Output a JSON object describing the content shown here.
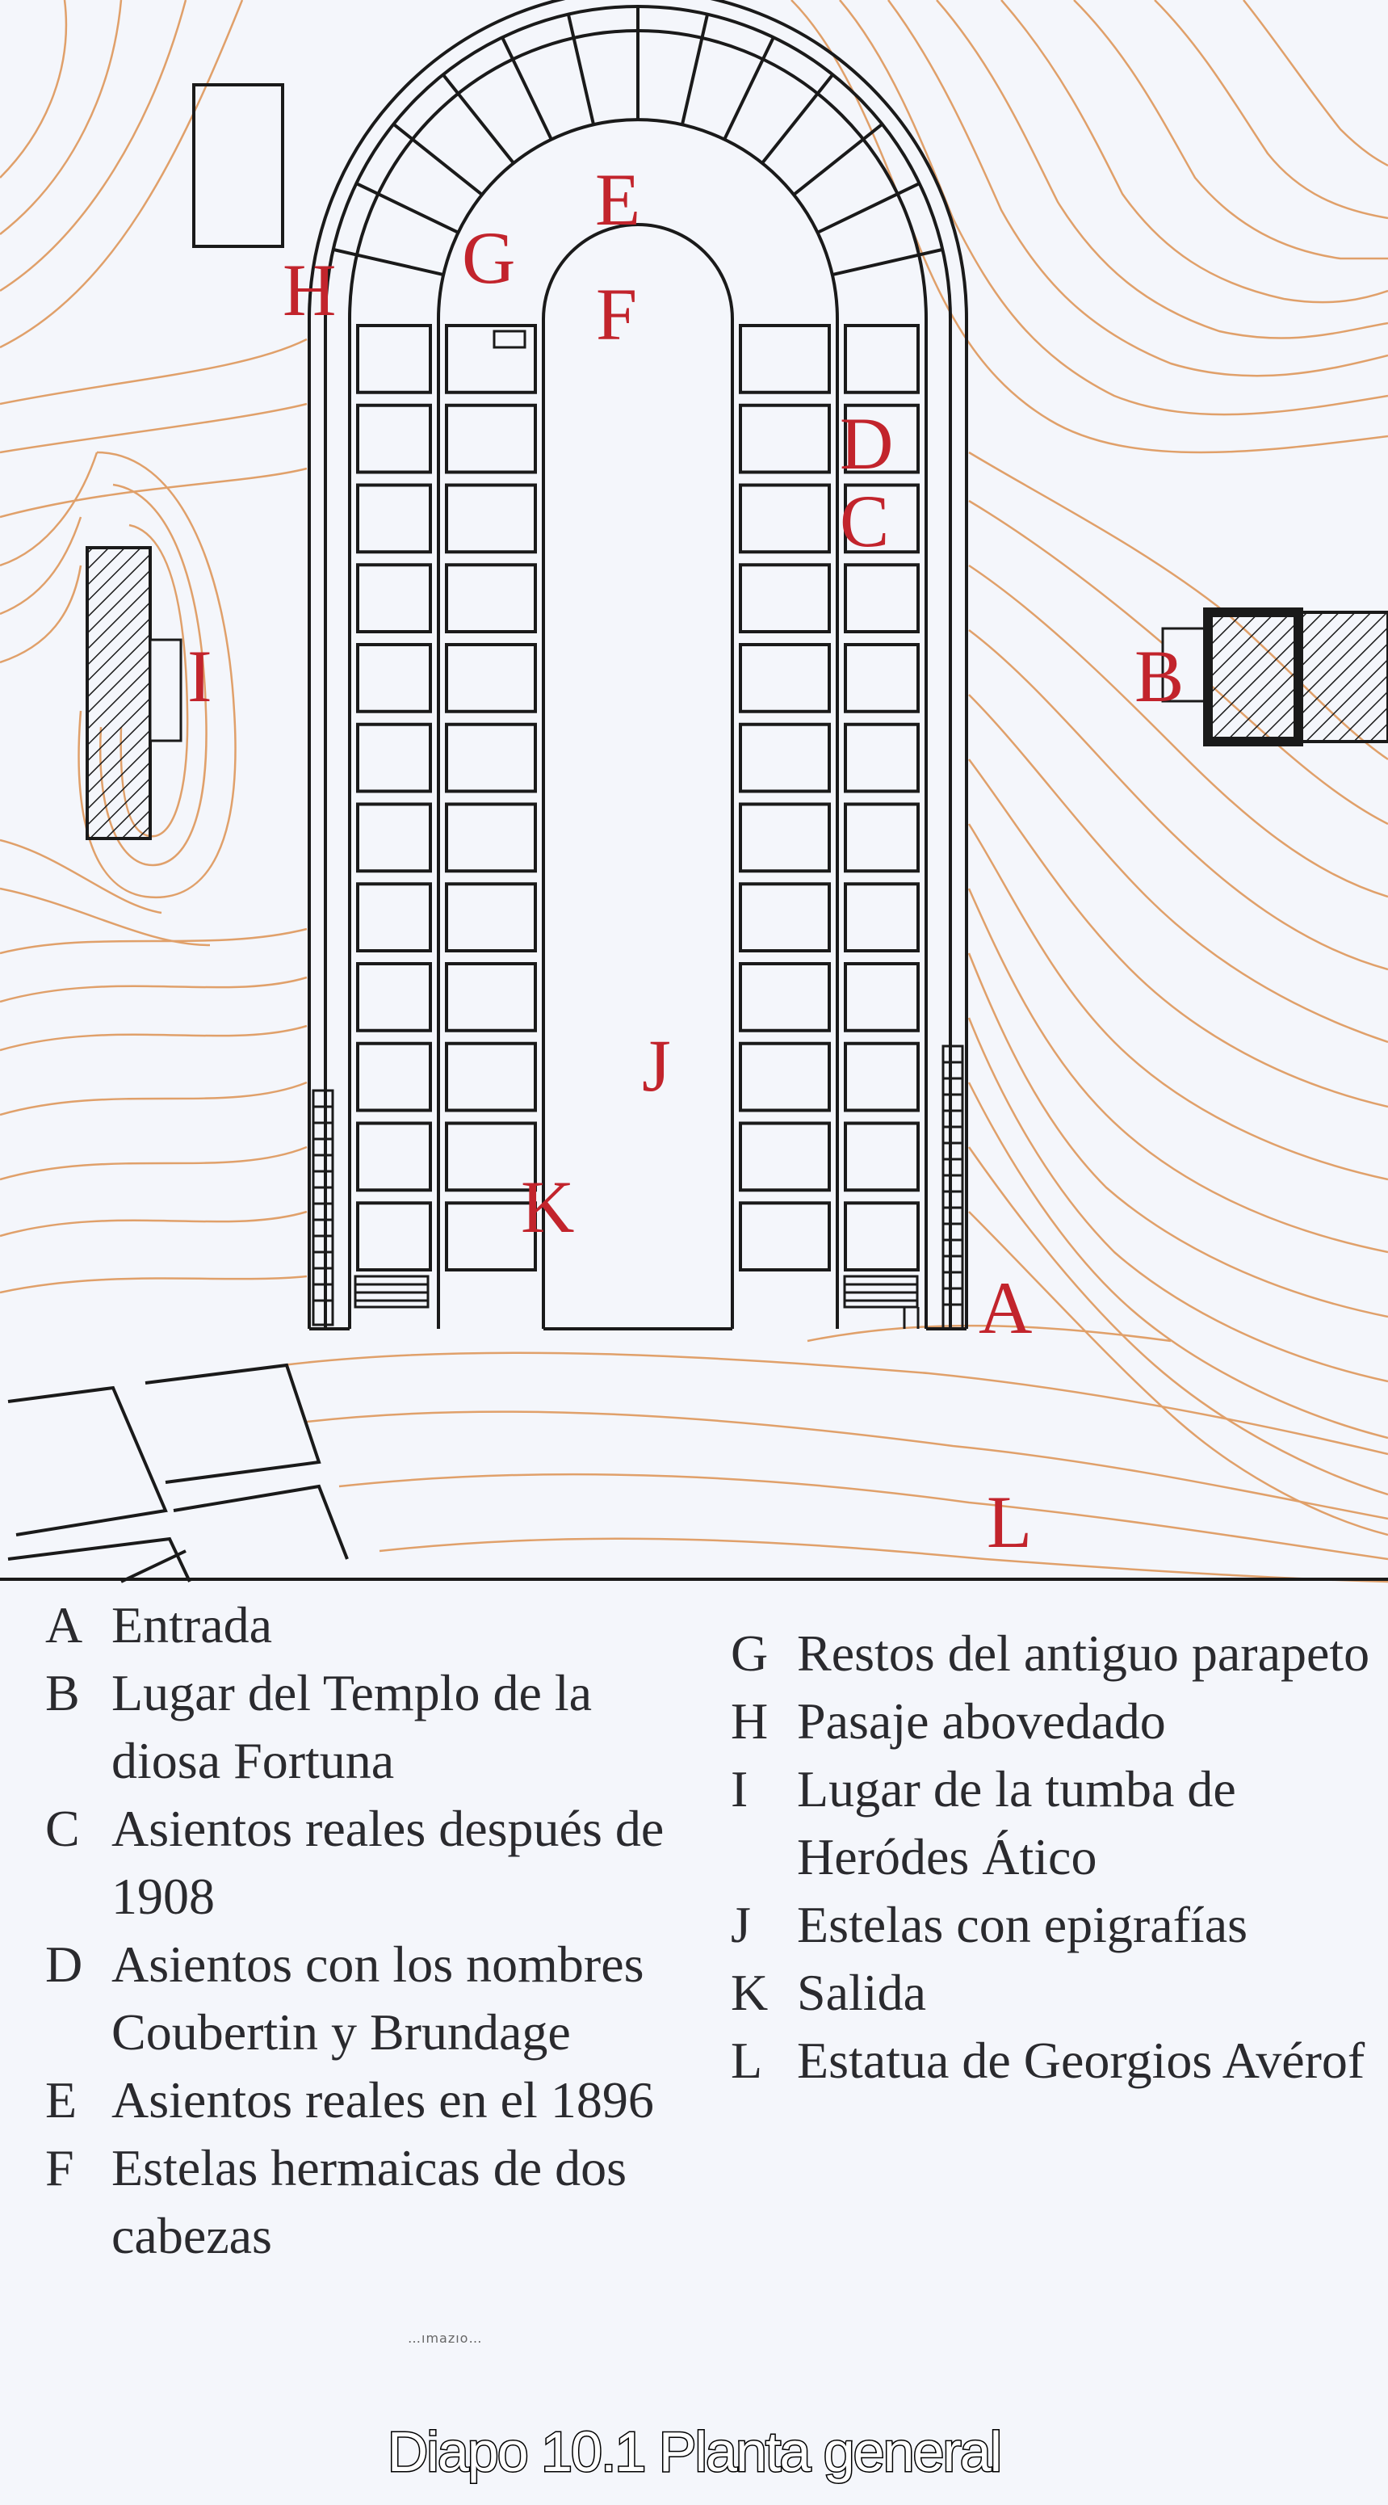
{
  "colors": {
    "background": "#f4f6fb",
    "contour": "#e0a06a",
    "structure": "#1a1a1a",
    "map_label": "#c2242c",
    "legend_text": "#2a2a2e"
  },
  "map_labels": {
    "A": "A",
    "B": "B",
    "C": "C",
    "D": "D",
    "E": "E",
    "F": "F",
    "G": "G",
    "H": "H",
    "I": "I",
    "J": "J",
    "K": "K",
    "L": "L"
  },
  "legend_left": [
    {
      "letter": "A",
      "text": "Entrada"
    },
    {
      "letter": "B",
      "text": "Lugar del Templo de la diosa Fortuna"
    },
    {
      "letter": "C",
      "text": "Asientos reales después de 1908"
    },
    {
      "letter": "D",
      "text": "Asientos con los nombres Coubertin y Brundage"
    },
    {
      "letter": "E",
      "text": "Asientos reales en el 1896"
    },
    {
      "letter": "F",
      "text": "Estelas hermaicas de dos cabezas"
    }
  ],
  "legend_right": [
    {
      "letter": "G",
      "text": "Restos del antiguo parapeto"
    },
    {
      "letter": "H",
      "text": "Pasaje abovedado"
    },
    {
      "letter": "I",
      "text": "Lugar de la tumba de Heródes Ático"
    },
    {
      "letter": "J",
      "text": "Estelas con epigrafías"
    },
    {
      "letter": "K",
      "text": "Salida"
    },
    {
      "letter": "L",
      "text": "Estatua de Georgios Avérof"
    }
  ],
  "stamp_text": "…ımazıo…",
  "caption": "Diapo 10.1 Planta general"
}
